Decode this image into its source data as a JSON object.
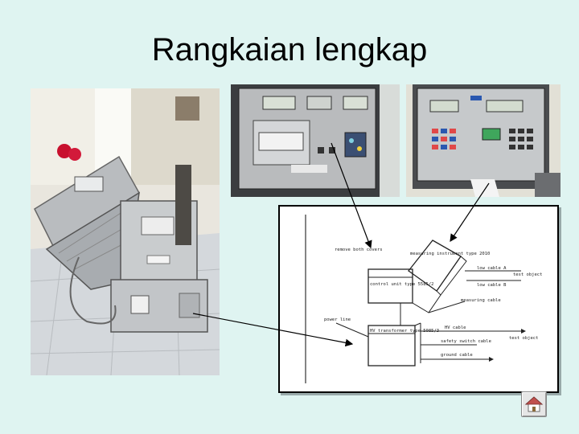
{
  "slide": {
    "title": "Rangkaian lengkap"
  },
  "diagram": {
    "labels": {
      "remove_covers": "remove both covers",
      "measuring_instrument": "measuring instrument type 2010",
      "control_unit": "control unit type 5585/2",
      "low_cable_a": "low cable A",
      "low_cable_b": "low cable B",
      "test_object_top": "test object",
      "measuring_cable": "measuring cable",
      "power_line": "power line",
      "hv_transformer": "HV transformer type 5085/3",
      "hv_cable": "HV cable",
      "safety_switch_cable": "safety switch cable",
      "test_object_bottom": "test object",
      "ground_cable": "ground cable"
    }
  },
  "colors": {
    "background": "#dff4f1",
    "title_text": "#000000"
  },
  "icons": {
    "home": "home-icon"
  }
}
